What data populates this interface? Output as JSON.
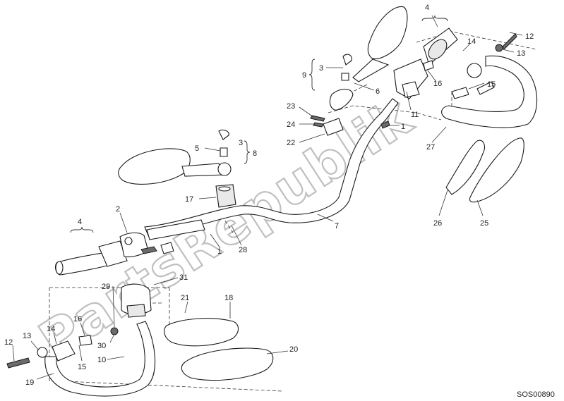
{
  "diagram": {
    "code": "SOS00890",
    "watermark": "PartsRepublik"
  },
  "callouts": [
    {
      "id": "c-4a",
      "text": "4"
    },
    {
      "id": "c-12a",
      "text": "12"
    },
    {
      "id": "c-13a",
      "text": "13"
    },
    {
      "id": "c-14a",
      "text": "14"
    },
    {
      "id": "c-16a",
      "text": "16"
    },
    {
      "id": "c-15a",
      "text": "15"
    },
    {
      "id": "c-9",
      "text": "9"
    },
    {
      "id": "c-3a",
      "text": "3"
    },
    {
      "id": "c-6",
      "text": "6"
    },
    {
      "id": "c-11",
      "text": "11"
    },
    {
      "id": "c-1a",
      "text": "1"
    },
    {
      "id": "c-23",
      "text": "23"
    },
    {
      "id": "c-24",
      "text": "24"
    },
    {
      "id": "c-22",
      "text": "22"
    },
    {
      "id": "c-27",
      "text": "27"
    },
    {
      "id": "c-5",
      "text": "5"
    },
    {
      "id": "c-3b",
      "text": "3"
    },
    {
      "id": "c-8",
      "text": "8"
    },
    {
      "id": "c-17",
      "text": "17"
    },
    {
      "id": "c-7",
      "text": "7"
    },
    {
      "id": "c-26",
      "text": "26"
    },
    {
      "id": "c-25",
      "text": "25"
    },
    {
      "id": "c-4b",
      "text": "4"
    },
    {
      "id": "c-2",
      "text": "2"
    },
    {
      "id": "c-1b",
      "text": "1"
    },
    {
      "id": "c-28",
      "text": "28"
    },
    {
      "id": "c-31",
      "text": "31"
    },
    {
      "id": "c-29",
      "text": "29"
    },
    {
      "id": "c-21",
      "text": "21"
    },
    {
      "id": "c-18",
      "text": "18"
    },
    {
      "id": "c-16b",
      "text": "16"
    },
    {
      "id": "c-12b",
      "text": "12"
    },
    {
      "id": "c-13b",
      "text": "13"
    },
    {
      "id": "c-14b",
      "text": "14"
    },
    {
      "id": "c-30",
      "text": "30"
    },
    {
      "id": "c-15b",
      "text": "15"
    },
    {
      "id": "c-10",
      "text": "10"
    },
    {
      "id": "c-19",
      "text": "19"
    },
    {
      "id": "c-20",
      "text": "20"
    }
  ]
}
